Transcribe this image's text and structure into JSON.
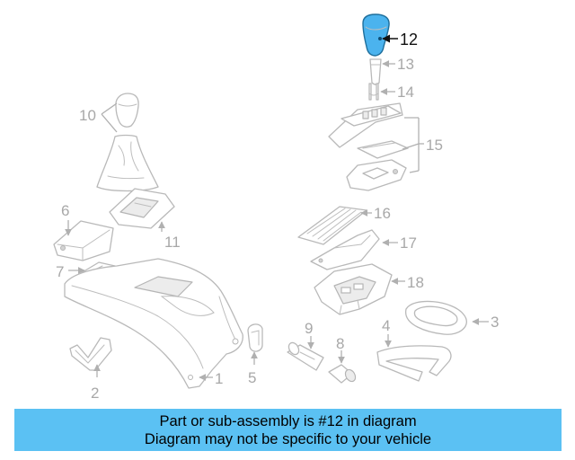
{
  "diagram": {
    "highlighted_part": "12",
    "highlight_color": "#4bb3ee",
    "callouts": [
      "1",
      "2",
      "3",
      "4",
      "5",
      "6",
      "7",
      "8",
      "9",
      "10",
      "11",
      "12",
      "13",
      "14",
      "15",
      "16",
      "17",
      "18"
    ]
  },
  "banner": {
    "line1": "Part or sub-assembly is #12 in diagram",
    "line2": "Diagram may not be specific to your vehicle",
    "background": "#5bc1f3"
  }
}
